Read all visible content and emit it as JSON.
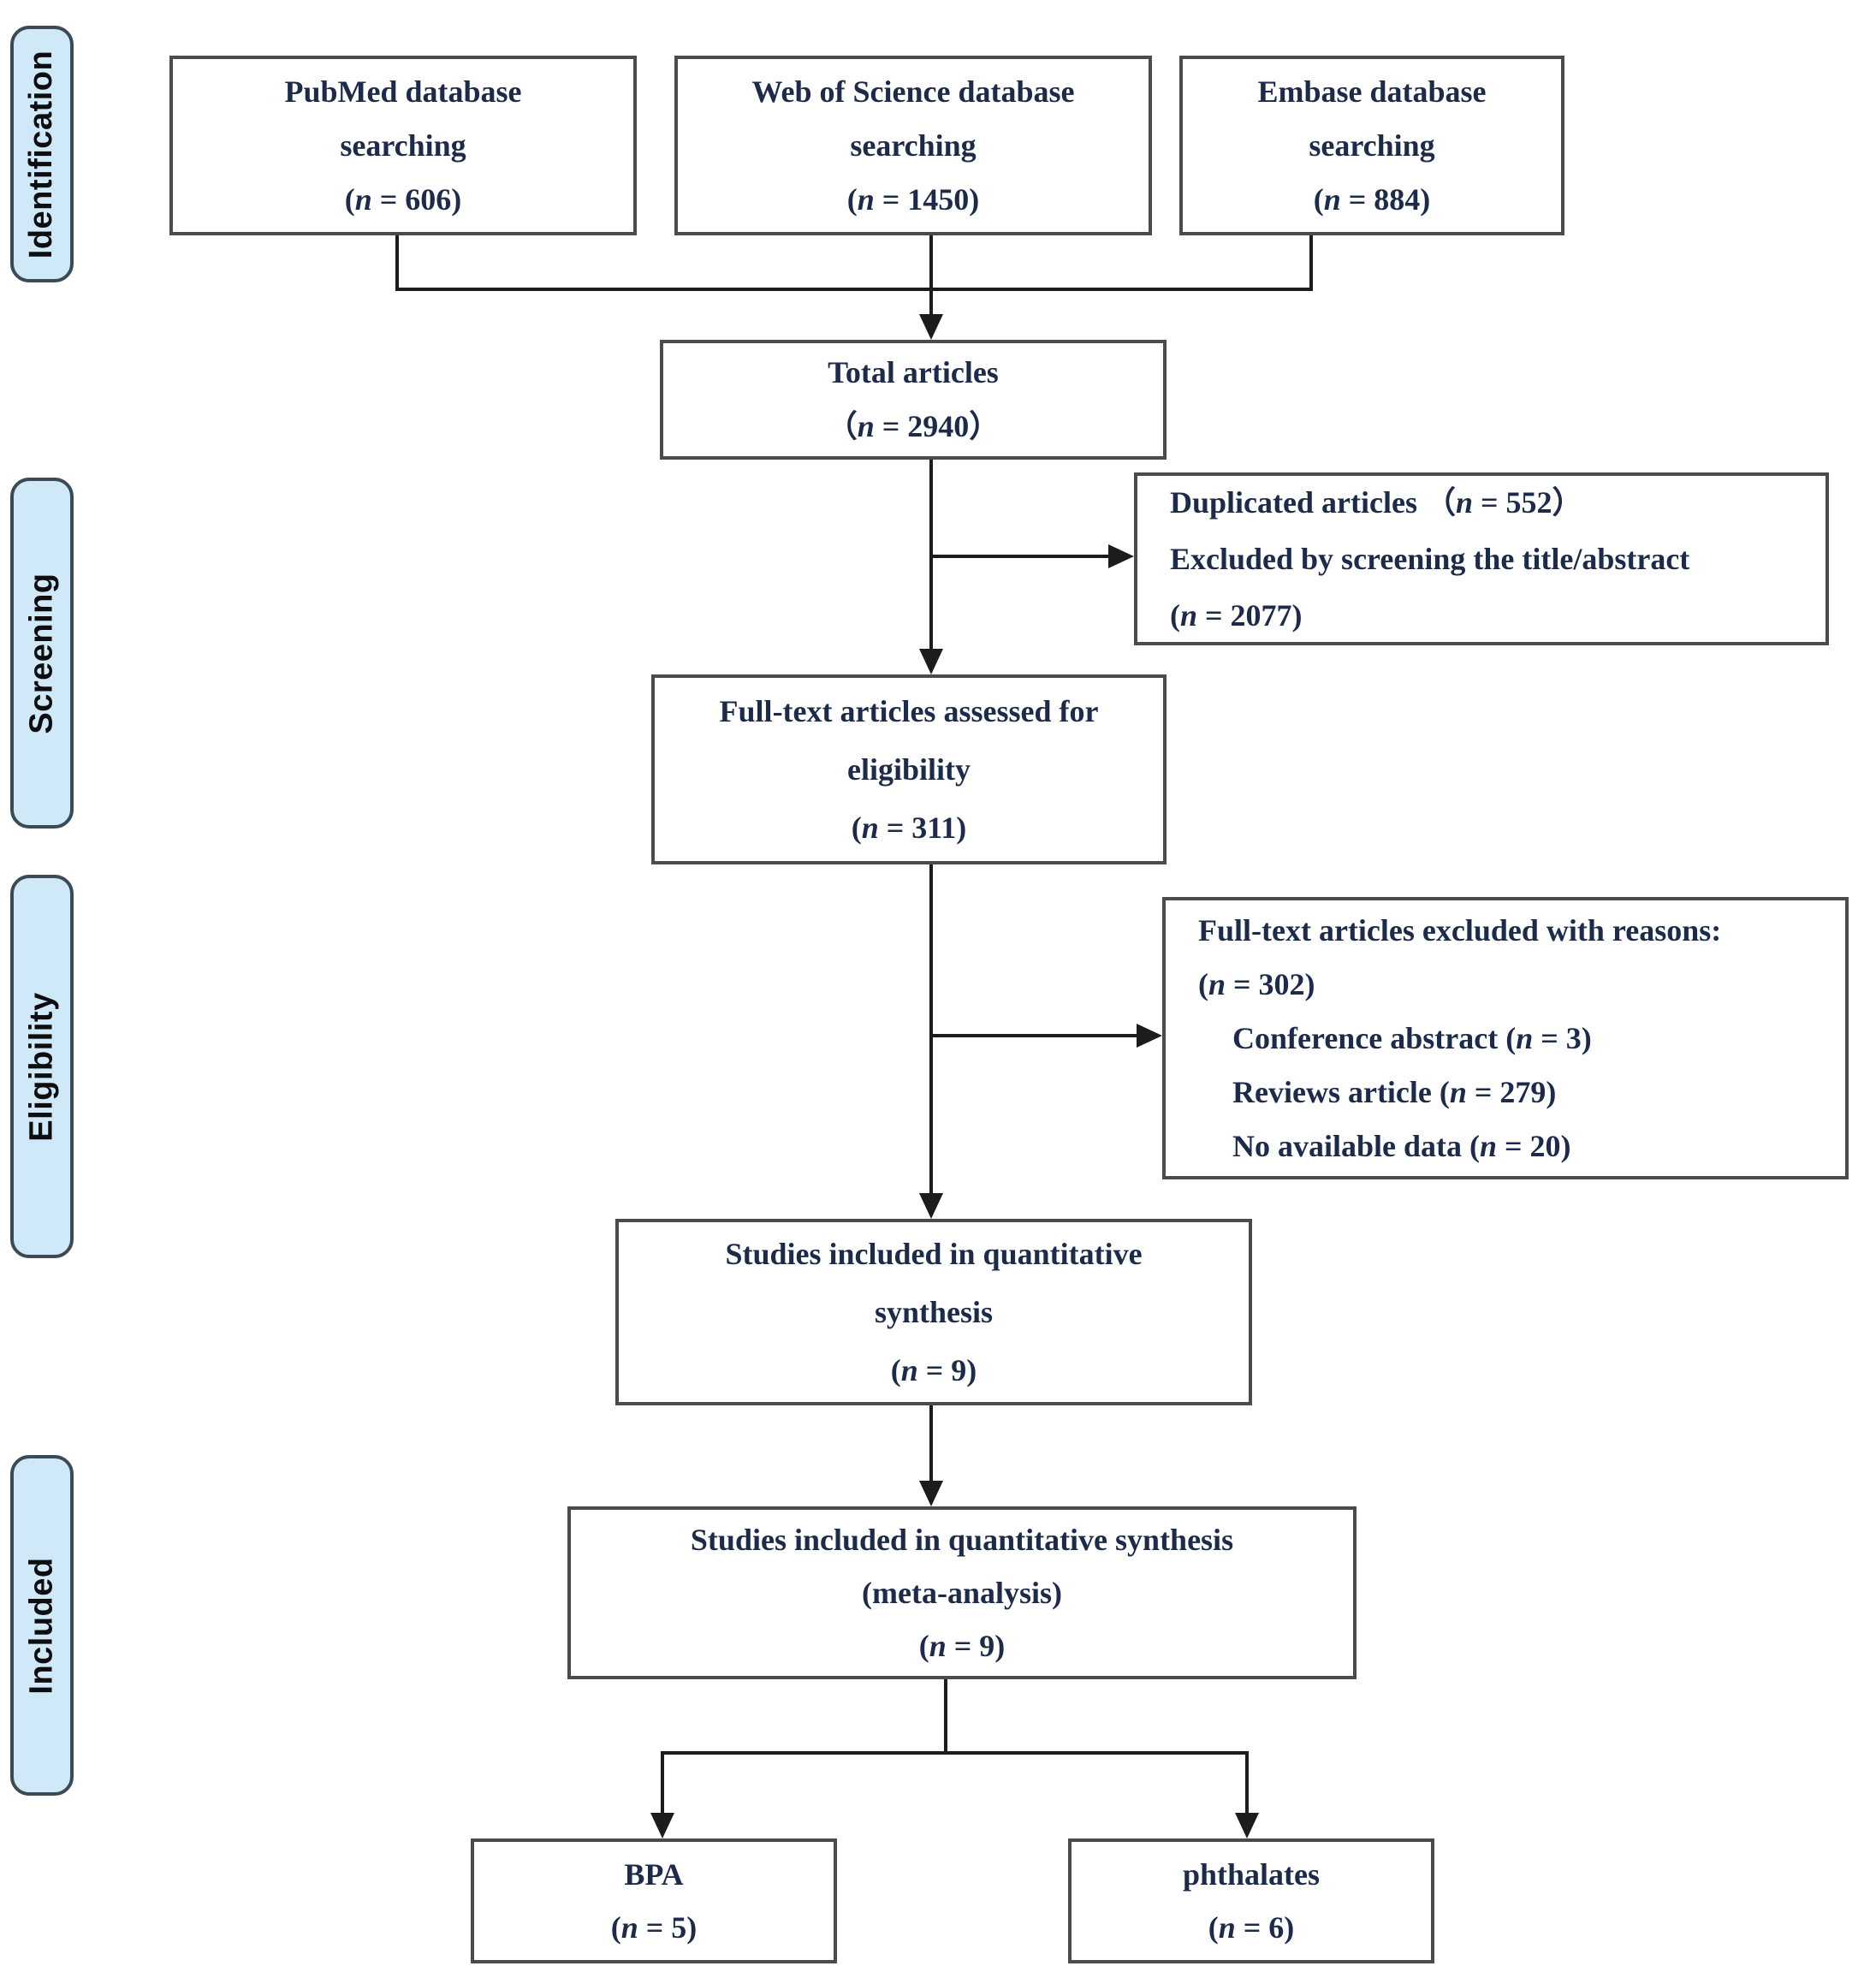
{
  "diagram": {
    "kind": "prisma-flow-diagram",
    "colors": {
      "stage_fill": "#cfe9f9",
      "stage_border": "#3b4a54",
      "box_border": "#4b4b4b",
      "box_text": "#1c2b4a",
      "connector": "#1c1c1c"
    }
  },
  "stages": [
    {
      "label": "Identification"
    },
    {
      "label": "Screening"
    },
    {
      "label": "Eligibility"
    },
    {
      "label": "Included"
    }
  ],
  "boxes": {
    "pubmed": {
      "lines": [
        "PubMed database",
        "searching",
        "(n = 606)"
      ]
    },
    "web_of_science": {
      "lines": [
        "Web of Science database",
        "searching",
        "(n = 1450)"
      ]
    },
    "embase": {
      "lines": [
        "Embase database",
        "searching",
        "(n = 884)"
      ]
    },
    "total": {
      "lines": [
        "Total articles",
        "（n = 2940）"
      ]
    },
    "duplicated": {
      "lines": [
        "Duplicated articles （n = 552）",
        "Excluded by screening the title/abstract",
        "(n = 2077)"
      ]
    },
    "fulltext": {
      "lines": [
        "Full-text articles assessed for",
        "eligibility",
        "(n = 311)"
      ]
    },
    "excluded": {
      "lines": [
        "Full-text articles excluded with reasons:",
        "(n = 302)",
        "Conference abstract (n = 3)",
        "Reviews article (n = 279)",
        "No available data (n = 20)"
      ]
    },
    "quantitative": {
      "lines": [
        "Studies included in quantitative",
        "synthesis",
        "(n = 9)"
      ]
    },
    "meta": {
      "lines": [
        "Studies included in quantitative synthesis",
        "(meta-analysis)",
        "(n = 9)"
      ]
    },
    "bpa": {
      "lines": [
        "BPA",
        "(n = 5)"
      ]
    },
    "phthalates": {
      "lines": [
        "phthalates",
        "(n = 6)"
      ]
    }
  }
}
